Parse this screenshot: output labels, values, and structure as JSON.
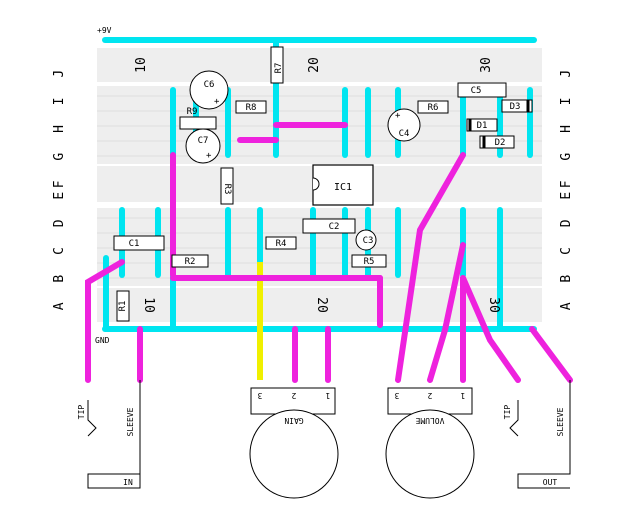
{
  "rails": {
    "vcc": "+9V",
    "gnd": "GND"
  },
  "columns": [
    "10",
    "20",
    "30"
  ],
  "row_labels": {
    "upper": [
      "F",
      "G",
      "H",
      "I",
      "J"
    ],
    "lower": [
      "A",
      "B",
      "C",
      "D",
      "E"
    ]
  },
  "components": {
    "ic": "IC1",
    "resistors": [
      "R1",
      "R2",
      "R3",
      "R4",
      "R5",
      "R6",
      "R7",
      "R8",
      "R9"
    ],
    "capacitors": [
      "C1",
      "C2",
      "C3",
      "C4",
      "C5",
      "C6",
      "C7"
    ],
    "diodes": [
      "D1",
      "D2",
      "D3"
    ]
  },
  "pots": [
    {
      "name": "GAIN",
      "pins": [
        "3",
        "2",
        "1"
      ]
    },
    {
      "name": "VOLUME",
      "pins": [
        "3",
        "2",
        "1"
      ]
    }
  ],
  "jacks": {
    "input": {
      "tip": "TIP",
      "sleeve": "SLEEVE",
      "label": "IN"
    },
    "output": {
      "tip": "TIP",
      "sleeve": "SLEEVE",
      "label": "OUT"
    }
  },
  "colors": {
    "strip": "#00e5f0",
    "wire": "#ee22dd",
    "wire_yellow": "#f0f000",
    "board": "#eeeeee"
  }
}
